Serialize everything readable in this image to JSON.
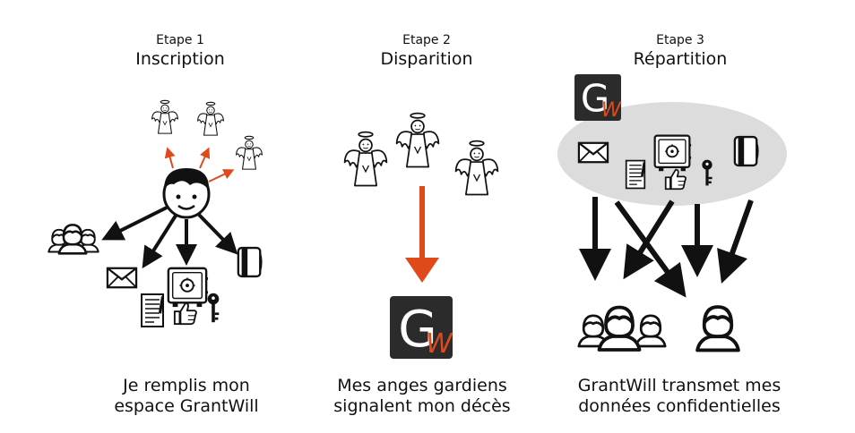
{
  "steps": [
    {
      "number": "Etape 1",
      "title": "Inscription",
      "caption_line1": "Je remplis mon",
      "caption_line2": "espace GrantWill"
    },
    {
      "number": "Etape 2",
      "title": "Disparition",
      "caption_line1": "Mes anges gardiens",
      "caption_line2": "signalent mon décès"
    },
    {
      "number": "Etape 3",
      "title": "Répartition",
      "caption_line1": "GrantWill transmet mes",
      "caption_line2": "données confidentielles"
    }
  ],
  "logo": {
    "letter_big": "G",
    "letter_small": "W"
  },
  "icons": {
    "step1": [
      "angel-icon",
      "angel-icon",
      "angel-icon",
      "user-face-icon",
      "group-icon",
      "envelope-icon",
      "safe-icon",
      "credit-card-icon",
      "document-icon",
      "thumbs-up-icon",
      "key-icon"
    ],
    "step2": [
      "angel-icon",
      "angel-icon",
      "angel-icon",
      "grantwill-logo"
    ],
    "step3": [
      "grantwill-logo",
      "envelope-icon",
      "safe-icon",
      "credit-card-icon",
      "document-icon",
      "thumbs-up-icon",
      "key-icon",
      "group-icon",
      "person-icon"
    ]
  },
  "colors": {
    "accent": "#e04a1b",
    "logo_bg": "#2b2b2b",
    "cloud": "#dcdcdc",
    "ink": "#111111"
  }
}
